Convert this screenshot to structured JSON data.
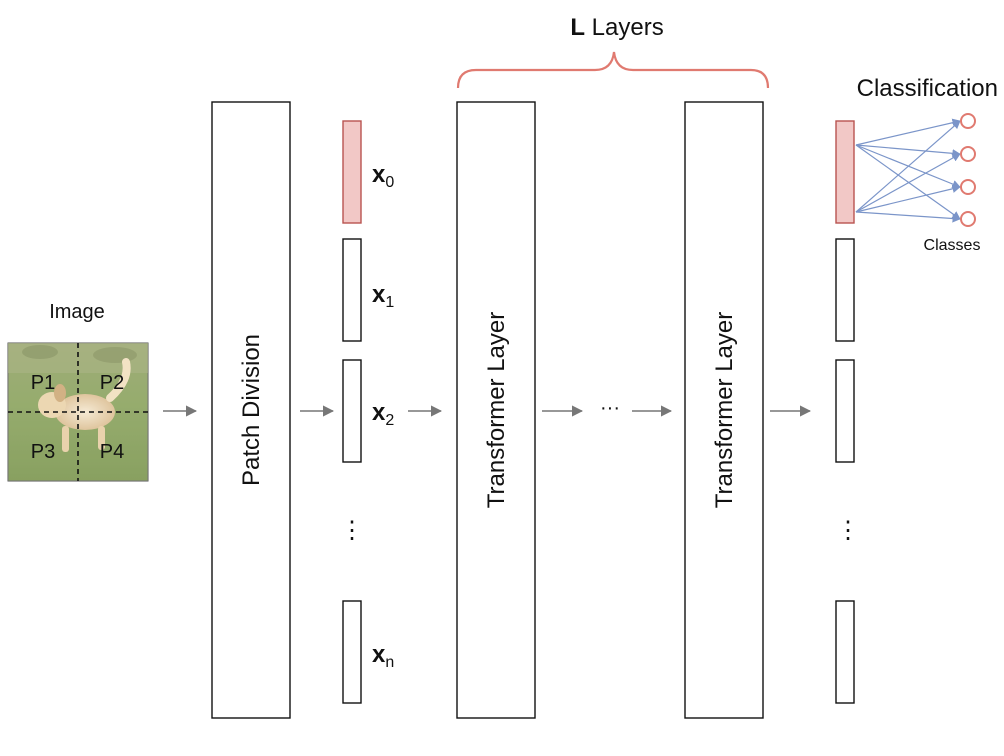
{
  "header": {
    "layers_bold": "L",
    "layers_rest": " Layers"
  },
  "input": {
    "label": "Image",
    "patches": [
      "P1",
      "P2",
      "P3",
      "P4"
    ]
  },
  "blocks": {
    "patch_division": "Patch Division",
    "transformer_first": "Transformer Layer",
    "transformer_last": "Transformer Layer",
    "between_ellipsis": "···"
  },
  "tokens": {
    "x0": {
      "base": "x",
      "sub": "0"
    },
    "x1": {
      "base": "x",
      "sub": "1"
    },
    "x2": {
      "base": "x",
      "sub": "2"
    },
    "xn": {
      "base": "x",
      "sub": "n"
    },
    "ellipsis": "⋮"
  },
  "output": {
    "title": "Classification",
    "classes_label": "Classes",
    "ellipsis": "⋮"
  },
  "colors": {
    "highlight_fill": "#f2c8c6",
    "highlight_stroke": "#b85450",
    "brace": "#e07a70",
    "class_node": "#e07a70",
    "fc_lines": "#7b95c9",
    "arrows": "#777777",
    "outline": "#111111"
  }
}
